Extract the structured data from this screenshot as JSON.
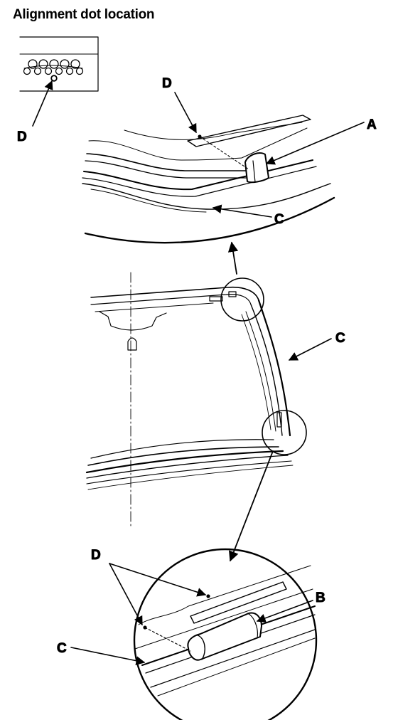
{
  "title": "Alignment dot location",
  "labels": {
    "inset_dot": "D",
    "top_dot": "D",
    "part_a": "A",
    "top_molding": "C",
    "side_molding": "C",
    "bottom_dots": "D",
    "part_b": "B",
    "bottom_molding": "C"
  },
  "colors": {
    "line": "#000000",
    "background": "#ffffff"
  }
}
